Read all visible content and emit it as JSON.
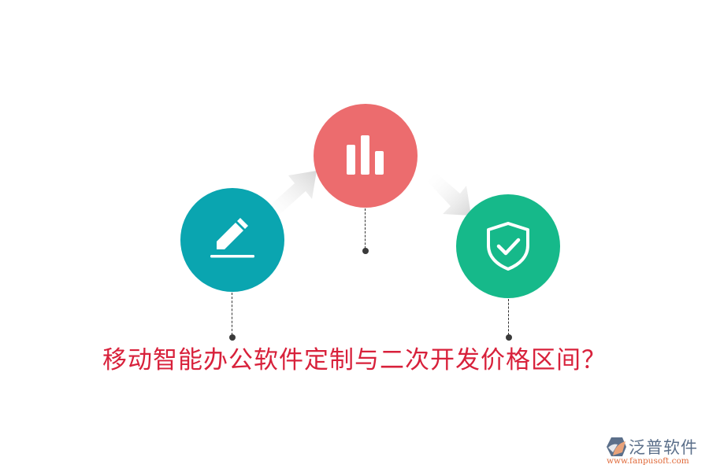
{
  "title": "移动智能办公软件定制与二次开发价格区间？",
  "colors": {
    "step1": "#0aa5b0",
    "step2": "#ec6c6e",
    "step3": "#16b98a",
    "title": "#d8213b",
    "arrow": "#d9d9d9",
    "dot": "#3a3a3a"
  },
  "steps": [
    {
      "icon": "pencil-edit-icon",
      "color": "#0aa5b0"
    },
    {
      "icon": "bar-chart-icon",
      "color": "#ec6c6e"
    },
    {
      "icon": "shield-check-icon",
      "color": "#16b98a"
    }
  ],
  "logo": {
    "name": "泛普软件",
    "url": "www.fanpusoft.com"
  }
}
